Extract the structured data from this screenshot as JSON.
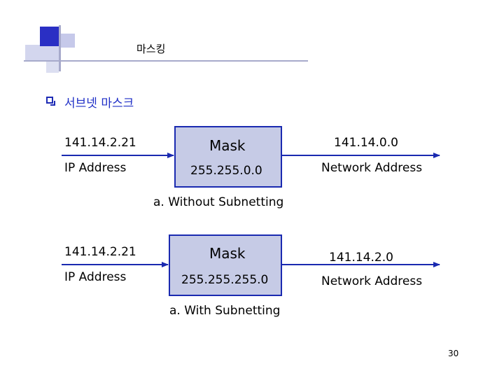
{
  "header": {
    "title": "마스킹"
  },
  "section": {
    "bullet_title": "서브넷 마스크"
  },
  "diagram_a": {
    "input_address": "141.14.2.21",
    "input_label": "IP Address",
    "mask_label": "Mask",
    "mask_value": "255.255.0.0",
    "output_address": "141.14.0.0",
    "output_label": "Network Address",
    "caption": "a. Without Subnetting"
  },
  "diagram_b": {
    "input_address": "141.14.2.21",
    "input_label": "IP Address",
    "mask_label": "Mask",
    "mask_value": "255.255.255.0",
    "output_address": "141.14.2.0",
    "output_label": "Network Address",
    "caption": "a. With Subnetting"
  },
  "footer": {
    "page_number": "30"
  },
  "colors": {
    "accent_blue": "#1f2fc7",
    "box_fill": "#c6cbe6",
    "box_border": "#1a2ab0",
    "arrow": "#1a2ab0"
  }
}
